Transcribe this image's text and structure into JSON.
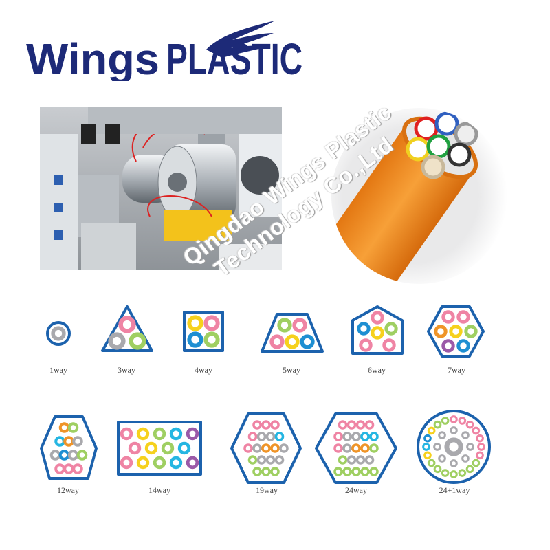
{
  "logo": {
    "text_part1": "Wings",
    "text_part2": "PLASTIC"
  },
  "watermark": "Qingdao Wings Plastic Technology Co.,Ltd",
  "diagram_labels": [
    "1way",
    "3way",
    "4way",
    "5way",
    "6way",
    "7way",
    "12way",
    "14way",
    "19way",
    "24way",
    "24+1way"
  ],
  "colors": {
    "brand": "#1d2a78",
    "outline": "#1c62ad",
    "orange_tube": "#f08a1c"
  }
}
